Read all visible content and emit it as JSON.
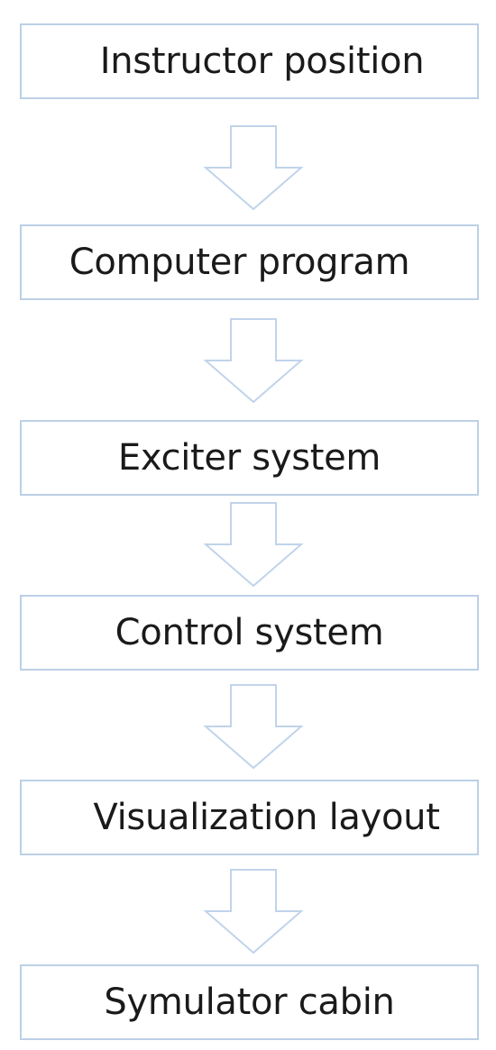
{
  "flowchart": {
    "colors": {
      "box_border": "#bcd0e6",
      "arrow_outline": "#c0d4ea",
      "text": "#1a1a1a"
    },
    "steps": [
      {
        "label": "Instructor position"
      },
      {
        "label": "Computer program"
      },
      {
        "label": "Exciter system"
      },
      {
        "label": "Control system"
      },
      {
        "label": "Visualization layout"
      },
      {
        "label": "Symulator cabin"
      }
    ],
    "connector_icon": "down-arrow-icon"
  }
}
